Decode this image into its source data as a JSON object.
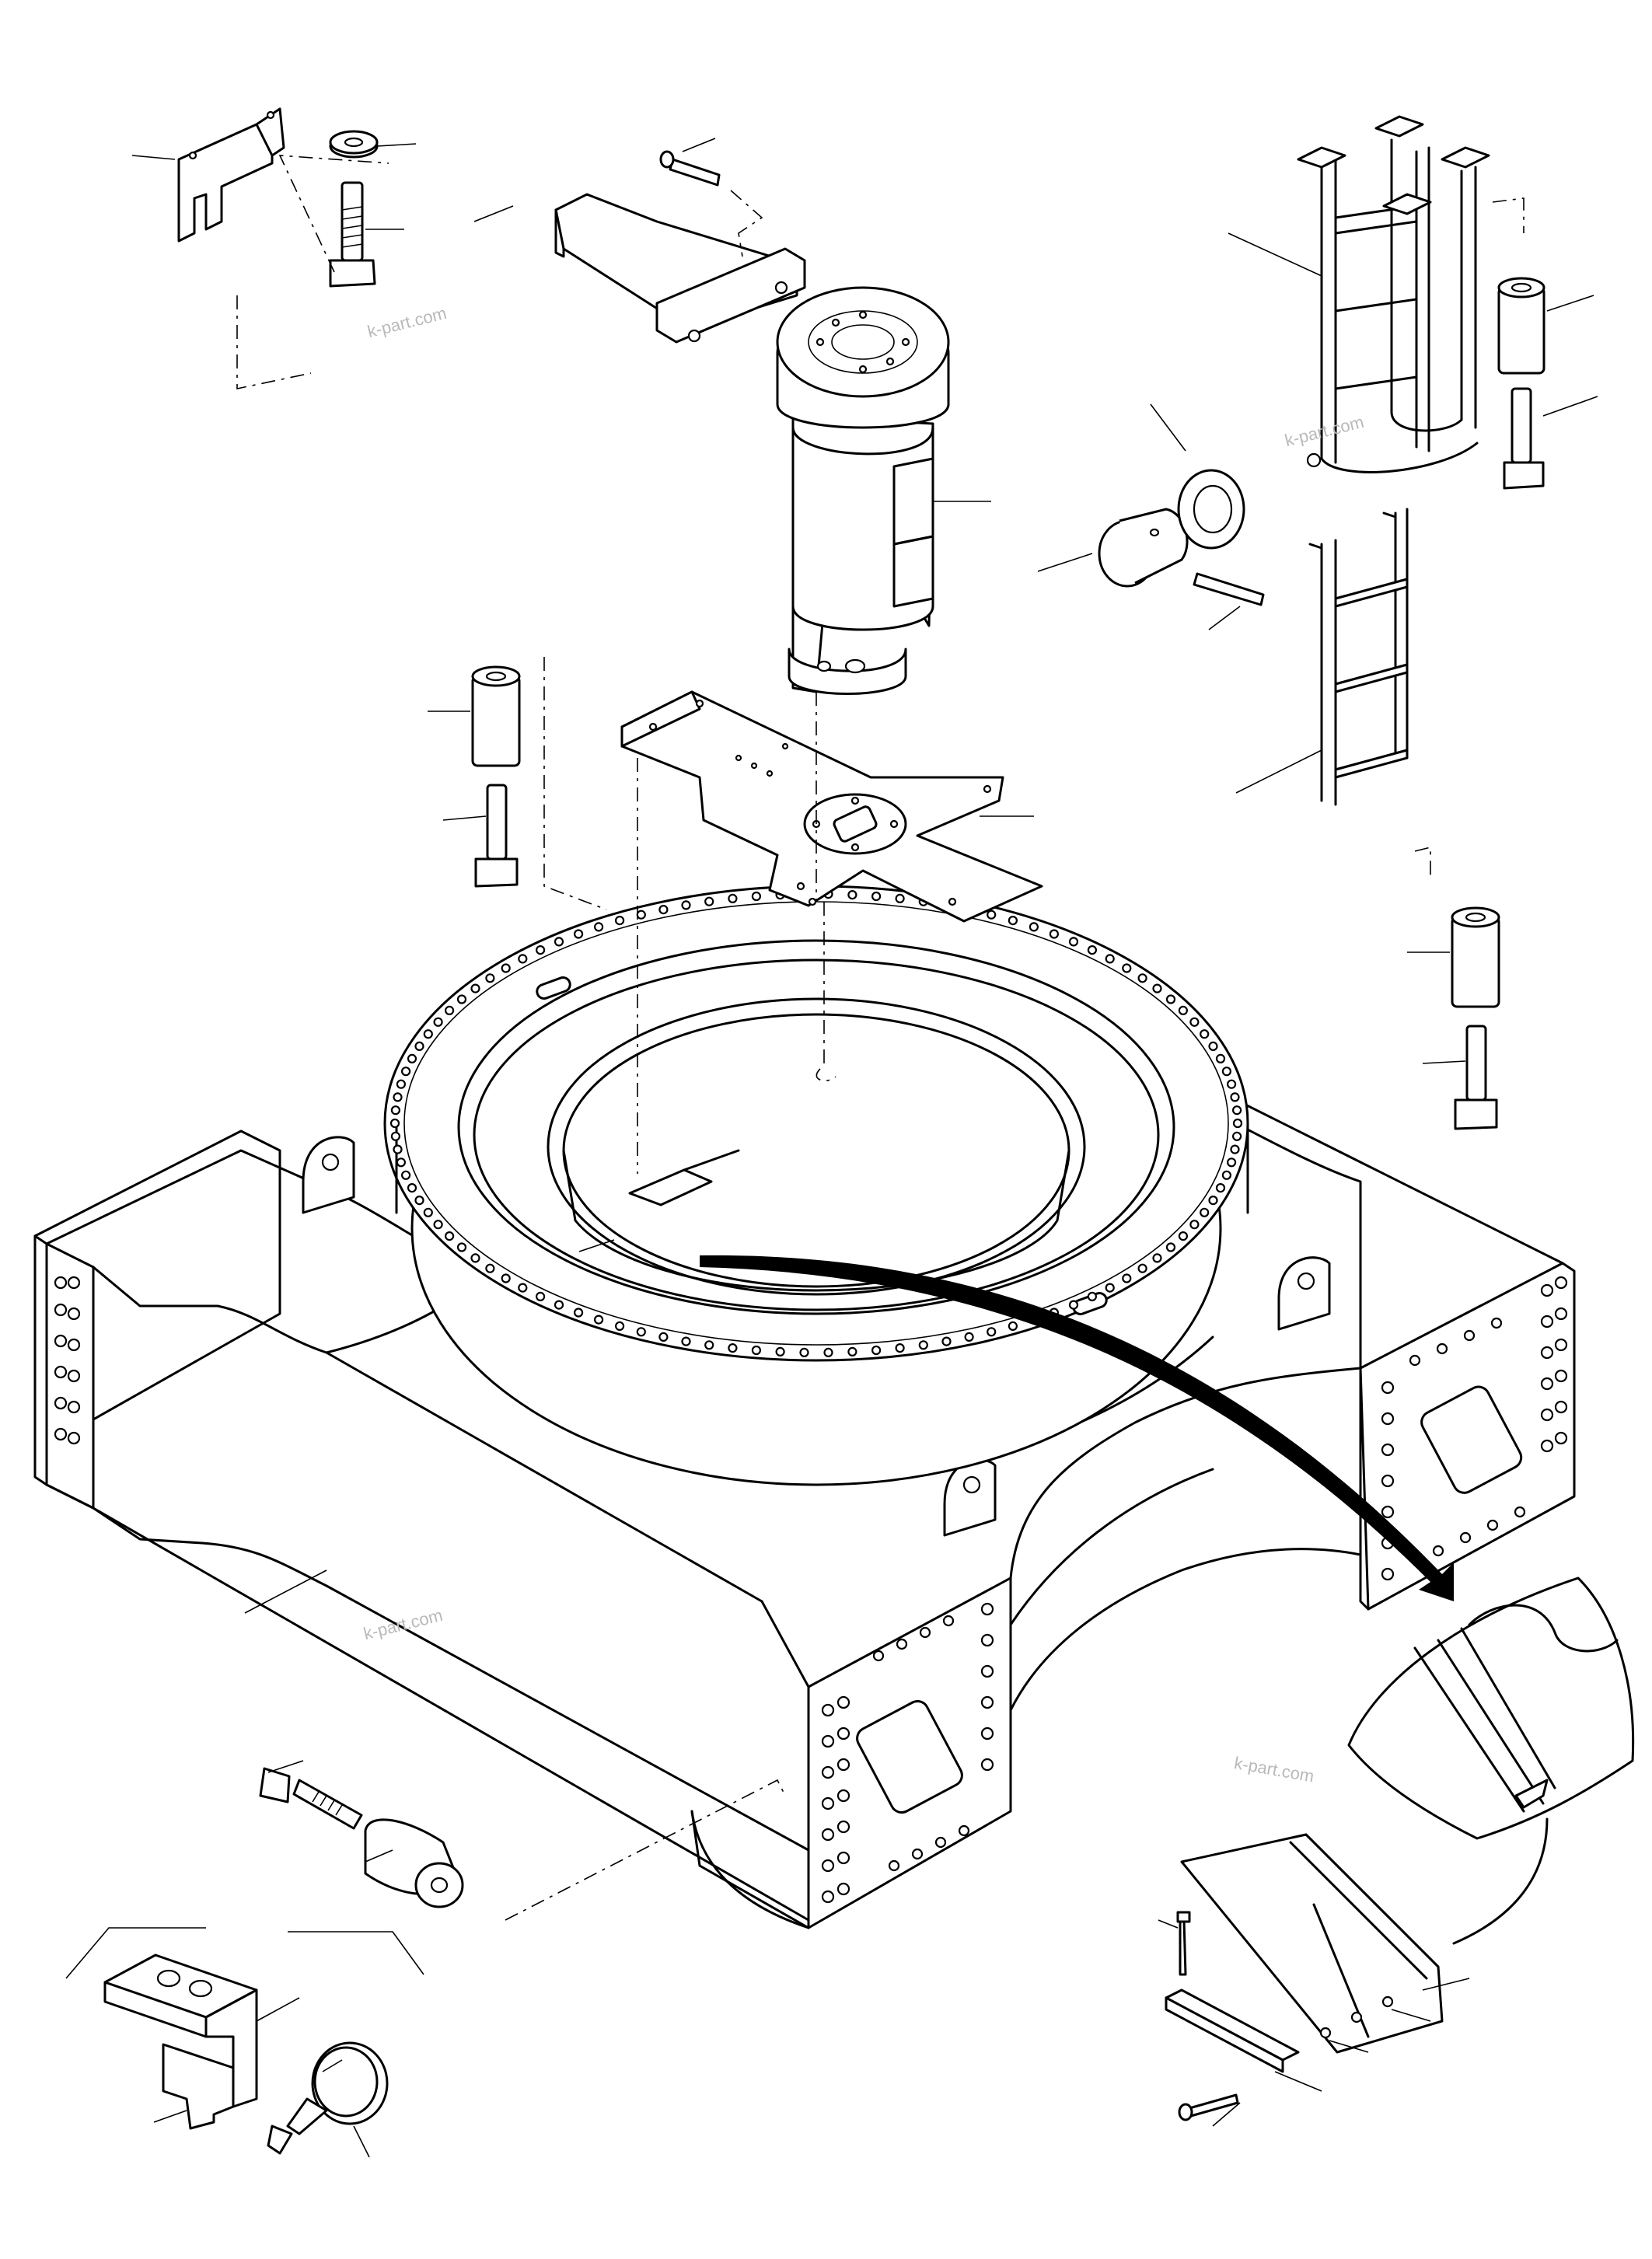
{
  "watermark": {
    "text_1": "k-part.com",
    "text_2": "k-part.com",
    "text_3": "k-part.com",
    "text_4": "k-part.com"
  },
  "figure": {
    "parts": [
      "base-frame",
      "slewing-ring",
      "motor",
      "motor-bracket",
      "mounting-plate",
      "ladder-upper",
      "ladder-lower",
      "spacer-left",
      "spacer-right",
      "spacer-top-right",
      "pin-bushing",
      "cap",
      "pin",
      "shim-block",
      "pressure-gauge",
      "bolt-spacer",
      "cover-plate",
      "detail-view",
      "bracket-clip",
      "washer",
      "bolt"
    ]
  }
}
